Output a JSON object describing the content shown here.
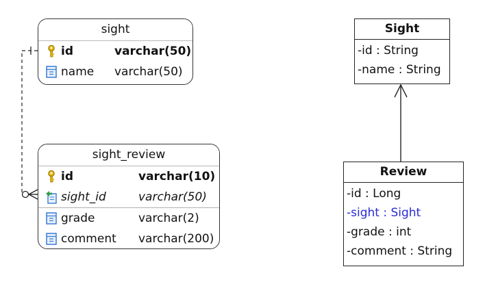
{
  "er": {
    "sight": {
      "title": "sight",
      "rows": [
        {
          "name": "id",
          "type": "varchar(50)"
        },
        {
          "name": "name",
          "type": "varchar(50)"
        }
      ]
    },
    "sight_review": {
      "title": "sight_review",
      "rows": [
        {
          "name": "id",
          "type": "varchar(10)"
        },
        {
          "name": "sight_id",
          "type": "varchar(50)"
        },
        {
          "name": "grade",
          "type": "varchar(2)"
        },
        {
          "name": "comment",
          "type": "varchar(200)"
        }
      ]
    }
  },
  "uml": {
    "sight": {
      "name": "Sight",
      "attributes": [
        "-id : String",
        "-name : String"
      ]
    },
    "review": {
      "name": "Review",
      "attributes": [
        "-id : Long",
        "-sight : Sight",
        "-grade : int",
        "-comment : String"
      ]
    }
  },
  "colors": {
    "association_attribute": "#2a2ad4",
    "key_icon": "#e8b800",
    "column_icon": "#3a7bd5"
  }
}
